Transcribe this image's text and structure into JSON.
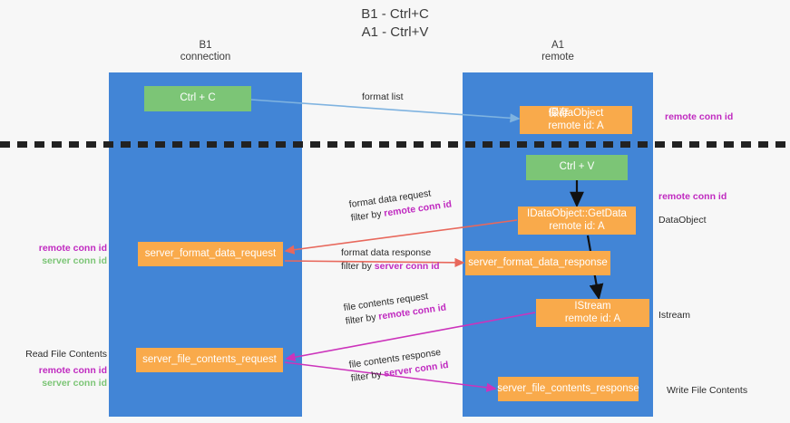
{
  "title": {
    "line1": "B1 - Ctrl+C",
    "line2": "A1 - Ctrl+V"
  },
  "lanes": [
    {
      "id": "b1",
      "name": "B1",
      "subtitle": "connection",
      "color": "#4285d6"
    },
    {
      "id": "a1",
      "name": "A1",
      "subtitle": "remote",
      "color": "#4285d6"
    }
  ],
  "nodes": {
    "ctrl_c": {
      "label": "Ctrl + C",
      "color": "#7cc576"
    },
    "idataobject": {
      "label_overlap_a": "保存",
      "label_overlap_b": "IDataObject",
      "line2": "remote id: A",
      "color": "#f9aa4b"
    },
    "ctrl_v": {
      "label": "Ctrl + V",
      "color": "#7cc576"
    },
    "getdata": {
      "line1": "IDataObject::GetData",
      "line2": "remote id: A",
      "color": "#f9aa4b"
    },
    "server_format_data_request": {
      "label": "server_format_data_request",
      "color": "#f9aa4b"
    },
    "server_format_data_response": {
      "label": "server_format_data_response",
      "color": "#f9aa4b"
    },
    "istream": {
      "line1": "IStream",
      "line2": "remote id: A",
      "color": "#f9aa4b"
    },
    "server_file_contents_request": {
      "label": "server_file_contents_request",
      "color": "#f9aa4b"
    },
    "server_file_contents_response": {
      "label": "server_file_contents_response",
      "color": "#f9aa4b"
    }
  },
  "edge_labels": {
    "format_list": {
      "line1": "format list"
    },
    "format_data_request": {
      "line1": "format data request",
      "prefix": "filter by ",
      "key": "remote conn id"
    },
    "format_data_response": {
      "line1": "format data response",
      "prefix": "filter by ",
      "key": "server conn id"
    },
    "file_contents_request": {
      "line1": "file contents request",
      "prefix": "filter by ",
      "key": "remote conn id"
    },
    "file_contents_response": {
      "line1": "file contents response",
      "prefix": "filter by ",
      "key": "server conn id"
    }
  },
  "side_annotations": {
    "right_remote_conn_id_1": "remote conn id",
    "right_remote_conn_id_2": "remote conn id",
    "right_dataobject": "DataObject",
    "right_istream": "Istream",
    "right_write_file_contents": "Write File Contents",
    "left_remote_conn_id": "remote conn id",
    "left_server_conn_id": "server conn id",
    "left_read_file_contents": "Read File Contents",
    "left_remote_conn_id_2": "remote conn id",
    "left_server_conn_id_2": "server conn id"
  },
  "colors": {
    "lane": "#4285d6",
    "orange": "#f9aa4b",
    "green": "#7cc576",
    "arrow_blue": "#7fb3e0",
    "arrow_red": "#e8685c",
    "arrow_magenta": "#cc33bb",
    "arrow_black": "#111111",
    "key_remote": "#c02ac0",
    "key_server": "#7cc576",
    "divider": "#222222",
    "background": "#f7f7f7"
  }
}
